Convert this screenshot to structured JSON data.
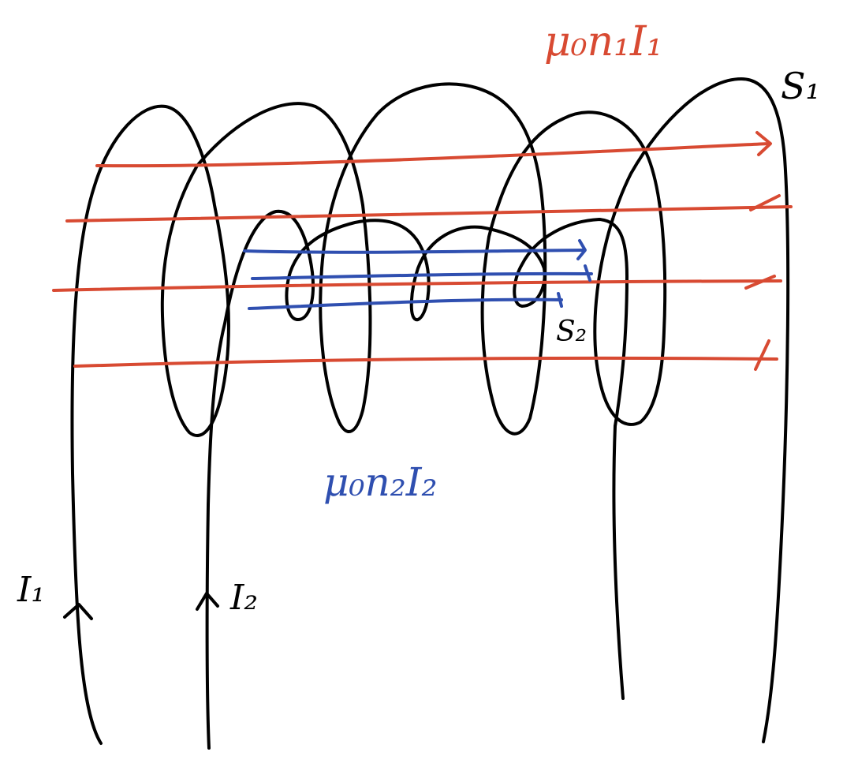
{
  "labels": {
    "outer_field": "μ₀n₁I₁",
    "inner_field": "μ₀n₂I₂",
    "outer_solenoid": "S₁",
    "inner_solenoid": "S₂",
    "current_outer": "I₁",
    "current_inner": "I₂"
  },
  "colors": {
    "outer_field_lines": "#d84a32",
    "inner_field_lines": "#2f4fb0",
    "wire": "#000000"
  }
}
